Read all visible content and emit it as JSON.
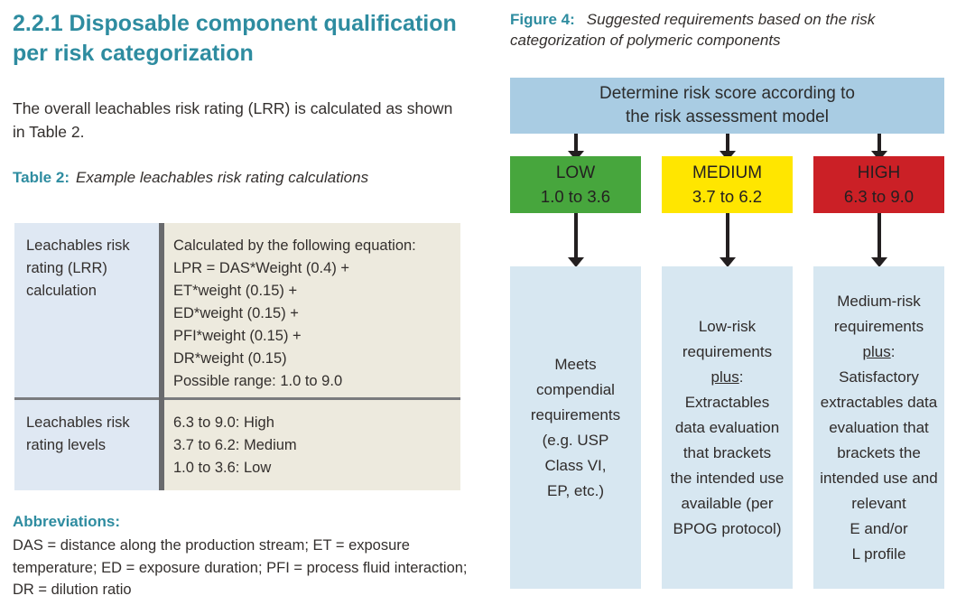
{
  "colors": {
    "teal": "#2e8ca0",
    "text": "#332f2d",
    "cell-blue": "#dfe8f3",
    "cell-beige": "#edeade",
    "divider": "#696a6d",
    "line": "#7a7b7e",
    "flow-top": "#a9cce3",
    "flow-result": "#d7e7f1",
    "low": "#47a63d",
    "medium": "#ffe600",
    "high": "#cb2026",
    "arrow": "#231f20",
    "box-text": "#231f20"
  },
  "left": {
    "heading_lines": [
      "2.2.1 Disposable component qualification",
      "per risk categorization"
    ],
    "intro_lines": [
      "The overall leachables risk rating (LRR) is calculated as shown",
      "in Table 2."
    ],
    "table_caption_label": "Table 2:",
    "table_caption_text": "Example leachables risk rating calculations",
    "table": {
      "rows": [
        {
          "header_lines": [
            "Leachables risk",
            "rating (LRR)",
            "calculation"
          ],
          "value_lines": [
            "Calculated by the following equation:",
            "LPR = DAS*Weight (0.4) +",
            "ET*weight (0.15) +",
            "ED*weight (0.15) +",
            "PFI*weight (0.15) +",
            "DR*weight (0.15)",
            "Possible range: 1.0 to 9.0"
          ]
        },
        {
          "header_lines": [
            "Leachables risk",
            "rating levels"
          ],
          "value_lines": [
            "6.3 to 9.0: High",
            "3.7 to 6.2: Medium",
            "1.0 to 3.6: Low"
          ]
        }
      ]
    },
    "abbreviations_label": "Abbreviations:",
    "abbreviations_lines": [
      "DAS = distance along the production stream; ET = exposure",
      "temperature; ED = exposure duration; PFI = process fluid interaction;",
      "DR = dilution ratio"
    ]
  },
  "figure": {
    "caption_label": "Figure 4:",
    "caption_lines": [
      "Suggested requirements based on the risk",
      "categorization of polymeric components"
    ],
    "top_box_lines": [
      "Determine risk score according to",
      "the risk assessment model"
    ],
    "branches": [
      {
        "level": "LOW",
        "range": "1.0 to 3.6",
        "req_pre_lines": [
          "Meets",
          "compendial",
          "requirements",
          "(e.g. USP",
          "Class VI,",
          "EP, etc.)"
        ],
        "plus_word": "",
        "plus_colon": "",
        "req_post_lines": []
      },
      {
        "level": "MEDIUM",
        "range": "3.7 to 6.2",
        "req_pre_lines": [
          "Low-risk",
          "requirements"
        ],
        "plus_word": "plus",
        "plus_colon": ":",
        "req_post_lines": [
          "Extractables",
          "data evaluation",
          "that brackets",
          "the intended use",
          "available (per",
          "BPOG protocol)"
        ]
      },
      {
        "level": "HIGH",
        "range": "6.3 to 9.0",
        "req_pre_lines": [
          "Medium-risk",
          "requirements"
        ],
        "plus_word": "plus",
        "plus_colon": ":",
        "req_post_lines": [
          "Satisfactory",
          "extractables data",
          "evaluation that",
          "brackets the",
          "intended use and",
          "relevant",
          "E and/or",
          "L profile"
        ]
      }
    ]
  }
}
